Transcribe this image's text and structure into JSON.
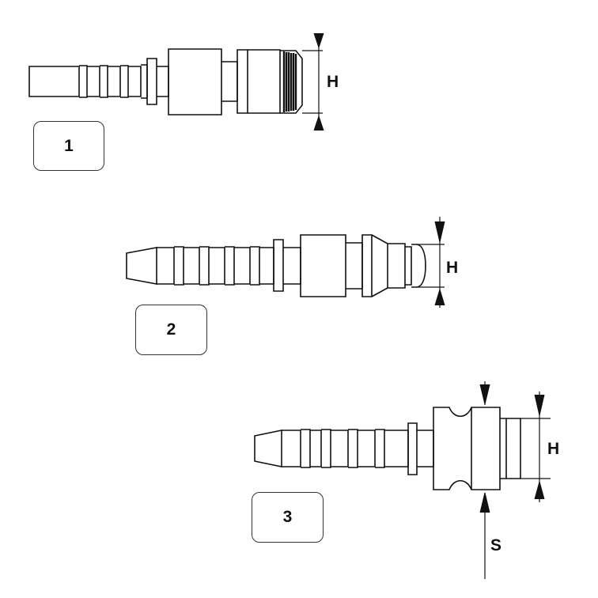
{
  "fittings": [
    {
      "id": "fitting-1",
      "label": "1",
      "dimensions": [
        "H"
      ]
    },
    {
      "id": "fitting-2",
      "label": "2",
      "dimensions": [
        "H"
      ]
    },
    {
      "id": "fitting-3",
      "label": "3",
      "dimensions": [
        "H",
        "S"
      ]
    }
  ],
  "colors": {
    "line": "#111111",
    "background": "#ffffff"
  }
}
